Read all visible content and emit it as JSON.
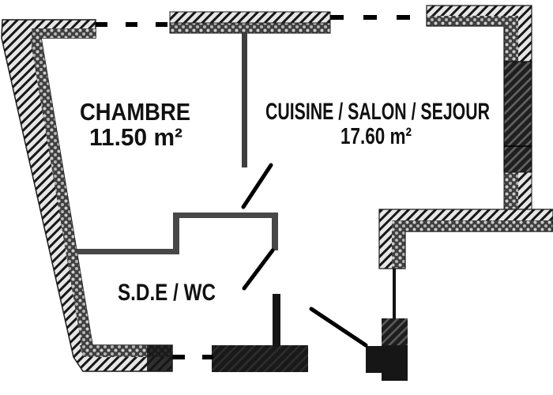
{
  "document": {
    "type": "apartment-floor-plan"
  },
  "rooms": {
    "chambre": {
      "name": "CHAMBRE",
      "area": "11.50 m²"
    },
    "cuisine_salon_sejour": {
      "name": "CUISINE / SALON / SEJOUR",
      "area": "17.60 m²"
    },
    "sde_wc": {
      "name": "S.D.E / WC"
    }
  },
  "colors": {
    "paper": "#ffffff",
    "ink": "#111111",
    "wall_hatch_bg": "#e6e6e6",
    "wall_inner_bg": "#3f3f3f",
    "dark_wall": "#161616",
    "interior_wall": "#474747"
  }
}
